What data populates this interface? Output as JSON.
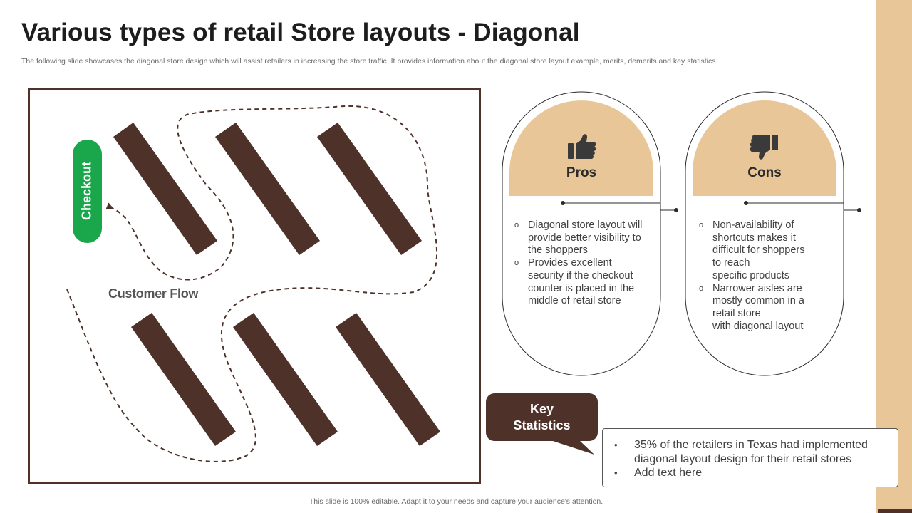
{
  "slide": {
    "title": "Various types of retail Store layouts - Diagonal",
    "subtitle": "The following slide showcases the diagonal store design which will assist retailers in increasing the store traffic. It provides information about the diagonal store layout example, merits, demerits and key statistics.",
    "footer": "This slide is 100% editable. Adapt it to your needs and capture your audience's attention."
  },
  "layout_diagram": {
    "checkout_label": "Checkout",
    "flow_label": "Customer Flow",
    "colors": {
      "shelf": "#4e3229",
      "checkout": "#1aa64a",
      "path": "#4e3229"
    }
  },
  "pros": {
    "title": "Pros",
    "icon": "thumbs-up-icon",
    "items": [
      "Diagonal store layout will\nprovide better visibility to\nthe shoppers",
      "Provides excellent\nsecurity if the checkout\ncounter is placed in the\nmiddle of retail store"
    ]
  },
  "cons": {
    "title": "Cons",
    "icon": "thumbs-down-icon",
    "items": [
      "Non-availability  of\nshortcuts makes it\ndifficult for shoppers\nto reach\nspecific products",
      "Narrower aisles are\nmostly common in a\nretail store\nwith diagonal layout"
    ]
  },
  "key_statistics": {
    "label": "Key\nStatistics",
    "items": [
      "35% of the retailers in Texas had implemented diagonal layout design for their retail stores",
      "Add text here"
    ]
  },
  "theme": {
    "accent": "#e8c697",
    "dark": "#4e3229"
  }
}
